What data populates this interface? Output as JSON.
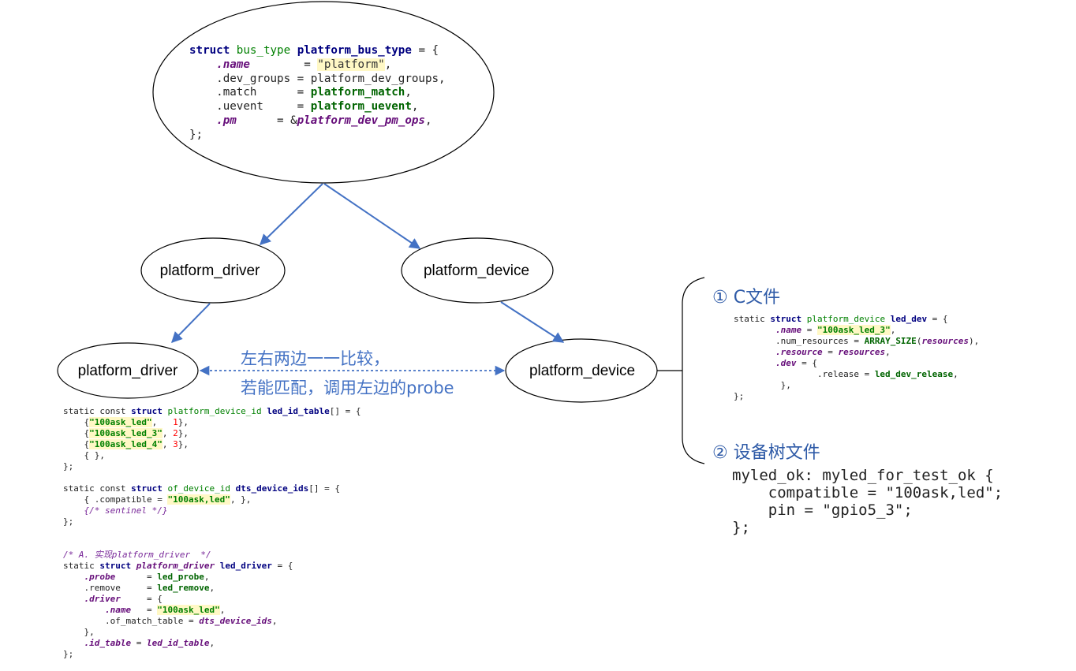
{
  "bus_code": [
    [
      [
        "struct",
        "kw"
      ],
      [
        " ",
        "pl"
      ],
      [
        "bus_type",
        "ty"
      ],
      [
        " ",
        "pl"
      ],
      [
        "platform_bus_type",
        "kw"
      ],
      [
        " = {",
        "pl"
      ]
    ],
    [
      [
        "    ",
        "pl"
      ],
      [
        ".name",
        "fd"
      ],
      [
        "        = ",
        "pl"
      ],
      [
        "\"platform\"",
        "strp"
      ],
      [
        ",",
        "pl"
      ]
    ],
    [
      [
        "    .dev_groups = platform_dev_groups,",
        "pl"
      ]
    ],
    [
      [
        "    .match      = ",
        "pl"
      ],
      [
        "platform_match",
        "fn"
      ],
      [
        ",",
        "pl"
      ]
    ],
    [
      [
        "    .uevent     = ",
        "pl"
      ],
      [
        "platform_uevent",
        "fn"
      ],
      [
        ",",
        "pl"
      ]
    ],
    [
      [
        "    ",
        "pl"
      ],
      [
        ".pm",
        "fd"
      ],
      [
        "      = &",
        "pl"
      ],
      [
        "platform_dev_pm_ops",
        "ital"
      ],
      [
        ",",
        "pl"
      ]
    ],
    [
      [
        "};",
        "pl"
      ]
    ]
  ],
  "nodes": {
    "top_driver": "platform_driver",
    "top_device": "platform_device",
    "bottom_driver": "platform_driver",
    "bottom_device": "platform_device"
  },
  "match_text": {
    "line1": "左右两边一一比较，",
    "line2": "若能匹配，调用左边的probe"
  },
  "driver_code": [
    [
      [
        "static const ",
        "pl"
      ],
      [
        "struct",
        "kw"
      ],
      [
        " ",
        "pl"
      ],
      [
        "platform_device_id",
        "ty"
      ],
      [
        " ",
        "pl"
      ],
      [
        "led_id_table",
        "kw"
      ],
      [
        "[] = {",
        "pl"
      ]
    ],
    [
      [
        "    {",
        "pl"
      ],
      [
        "\"100ask_led\"",
        "str"
      ],
      [
        ",   ",
        "pl"
      ],
      [
        "1",
        "num"
      ],
      [
        "},",
        "pl"
      ]
    ],
    [
      [
        "    {",
        "pl"
      ],
      [
        "\"100ask_led_3\"",
        "str"
      ],
      [
        ", ",
        "pl"
      ],
      [
        "2",
        "num"
      ],
      [
        "},",
        "pl"
      ]
    ],
    [
      [
        "    {",
        "pl"
      ],
      [
        "\"100ask_led_4\"",
        "str"
      ],
      [
        ", ",
        "pl"
      ],
      [
        "3",
        "num"
      ],
      [
        "},",
        "pl"
      ]
    ],
    [
      [
        "    { },",
        "pl"
      ]
    ],
    [
      [
        "};",
        "pl"
      ]
    ],
    [
      [
        "",
        "pl"
      ]
    ],
    [
      [
        "static const ",
        "pl"
      ],
      [
        "struct",
        "kw"
      ],
      [
        " ",
        "pl"
      ],
      [
        "of_device_id",
        "ty"
      ],
      [
        " ",
        "pl"
      ],
      [
        "dts_device_ids",
        "kw"
      ],
      [
        "[] = {",
        "pl"
      ]
    ],
    [
      [
        "    { .compatible = ",
        "pl"
      ],
      [
        "\"100ask,led\"",
        "str"
      ],
      [
        ", },",
        "pl"
      ]
    ],
    [
      [
        "    ",
        "pl"
      ],
      [
        "{/* sentinel */}",
        "cm"
      ]
    ],
    [
      [
        "};",
        "pl"
      ]
    ],
    [
      [
        "",
        "pl"
      ]
    ],
    [
      [
        "",
        "pl"
      ]
    ],
    [
      [
        "/* A. 实现platform_driver  */",
        "cm"
      ]
    ],
    [
      [
        "static ",
        "pl"
      ],
      [
        "struct",
        "kw"
      ],
      [
        " ",
        "pl"
      ],
      [
        "platform_driver",
        "ital"
      ],
      [
        " ",
        "pl"
      ],
      [
        "led_driver",
        "kw"
      ],
      [
        " = {",
        "pl"
      ]
    ],
    [
      [
        "    ",
        "pl"
      ],
      [
        ".probe",
        "fd"
      ],
      [
        "      = ",
        "pl"
      ],
      [
        "led_probe",
        "fn"
      ],
      [
        ",",
        "pl"
      ]
    ],
    [
      [
        "    .remove     = ",
        "pl"
      ],
      [
        "led_remove",
        "fn"
      ],
      [
        ",",
        "pl"
      ]
    ],
    [
      [
        "    ",
        "pl"
      ],
      [
        ".driver",
        "fd"
      ],
      [
        "     = {",
        "pl"
      ]
    ],
    [
      [
        "        ",
        "pl"
      ],
      [
        ".name",
        "fd"
      ],
      [
        "   = ",
        "pl"
      ],
      [
        "\"100ask_led\"",
        "str"
      ],
      [
        ",",
        "pl"
      ]
    ],
    [
      [
        "        .of_match_table = ",
        "pl"
      ],
      [
        "dts_device_ids",
        "ital"
      ],
      [
        ",",
        "pl"
      ]
    ],
    [
      [
        "    },",
        "pl"
      ]
    ],
    [
      [
        "    ",
        "pl"
      ],
      [
        ".id_table",
        "fd"
      ],
      [
        " = ",
        "pl"
      ],
      [
        "led_id_table",
        "ital"
      ],
      [
        ",",
        "pl"
      ]
    ],
    [
      [
        "};",
        "pl"
      ]
    ]
  ],
  "section1_title": "① C文件",
  "device_code": [
    [
      [
        "static ",
        "pl"
      ],
      [
        "struct",
        "kw"
      ],
      [
        " ",
        "pl"
      ],
      [
        "platform_device",
        "ty"
      ],
      [
        " ",
        "pl"
      ],
      [
        "led_dev",
        "kw"
      ],
      [
        " = {",
        "pl"
      ]
    ],
    [
      [
        "        ",
        "pl"
      ],
      [
        ".name",
        "fd"
      ],
      [
        " = ",
        "pl"
      ],
      [
        "\"100ask_led_3\"",
        "str"
      ],
      [
        ",",
        "pl"
      ]
    ],
    [
      [
        "        .num_resources = ",
        "pl"
      ],
      [
        "ARRAY_SIZE",
        "fn"
      ],
      [
        "(",
        "pl"
      ],
      [
        "resources",
        "ital"
      ],
      [
        "),",
        "pl"
      ]
    ],
    [
      [
        "        ",
        "pl"
      ],
      [
        ".resource",
        "fd"
      ],
      [
        " = ",
        "pl"
      ],
      [
        "resources",
        "ital"
      ],
      [
        ",",
        "pl"
      ]
    ],
    [
      [
        "        ",
        "pl"
      ],
      [
        ".dev",
        "fd"
      ],
      [
        " = {",
        "pl"
      ]
    ],
    [
      [
        "                .release = ",
        "pl"
      ],
      [
        "led_dev_release",
        "fn"
      ],
      [
        ",",
        "pl"
      ]
    ],
    [
      [
        "         },",
        "pl"
      ]
    ],
    [
      [
        "};",
        "pl"
      ]
    ]
  ],
  "section2_title": "② 设备树文件",
  "dts_code": [
    [
      [
        "myled_ok: myled_for_test_ok {",
        "pl"
      ]
    ],
    [
      [
        "    compatible = \"100ask,led\";",
        "pl"
      ]
    ],
    [
      [
        "    pin = \"gpio5_3\";",
        "pl"
      ]
    ],
    [
      [
        "};",
        "pl"
      ]
    ]
  ],
  "colors": {
    "arrow": "#4472c4",
    "accent_text": "#2e5aa7"
  }
}
